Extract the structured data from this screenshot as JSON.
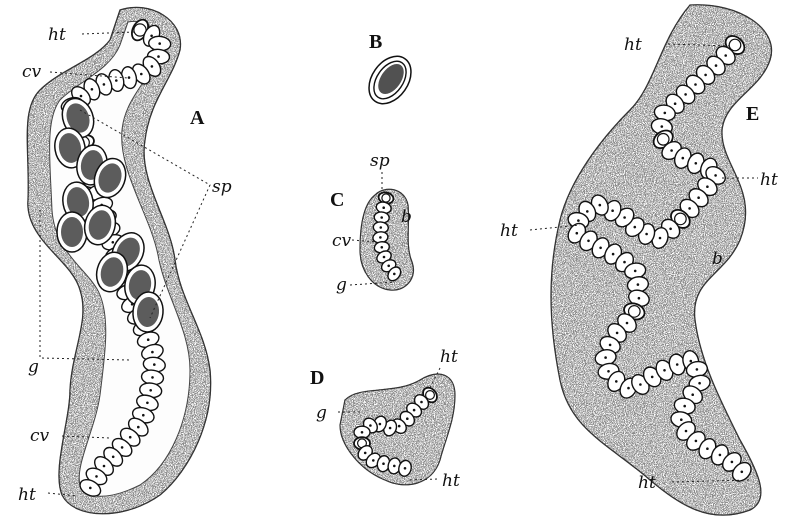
{
  "figures": [
    {
      "id": "A",
      "caption": "A"
    },
    {
      "id": "B",
      "caption": "B"
    },
    {
      "id": "C",
      "caption": "C"
    },
    {
      "id": "D",
      "caption": "D"
    },
    {
      "id": "E",
      "caption": "E"
    }
  ],
  "labels": {
    "heterocyst": "ht",
    "vegetative_cell": "cv",
    "spore": "sp",
    "gelatinous_sheath": "g",
    "border": "b"
  },
  "colors": {
    "ink": "#111111",
    "stipple": "#555555",
    "paper": "#ffffff"
  }
}
